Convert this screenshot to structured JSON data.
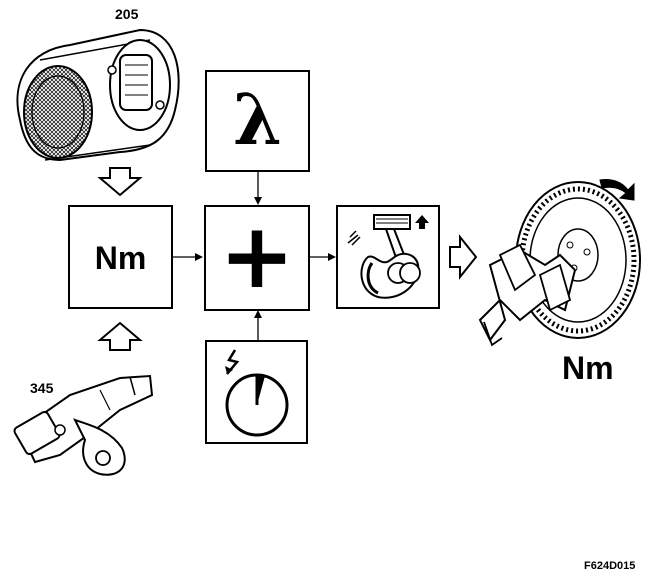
{
  "labels": {
    "sensor_top_number": "205",
    "sensor_bottom_number": "345",
    "torque_box_text": "Nm",
    "lambda_symbol": "λ",
    "plus_symbol": "+",
    "output_torque_text": "Nm",
    "figure_code": "F624D015"
  },
  "icons": {
    "air_flow_meter": "air-flow-meter-illustration",
    "speed_sensor": "crankshaft-position-sensor-illustration",
    "timing": "ignition-timing-dial-icon",
    "combustion": "piston-combustion-icon",
    "crankshaft": "crankshaft-flywheel-illustration"
  },
  "colors": {
    "line": "#000000",
    "background": "#ffffff"
  }
}
